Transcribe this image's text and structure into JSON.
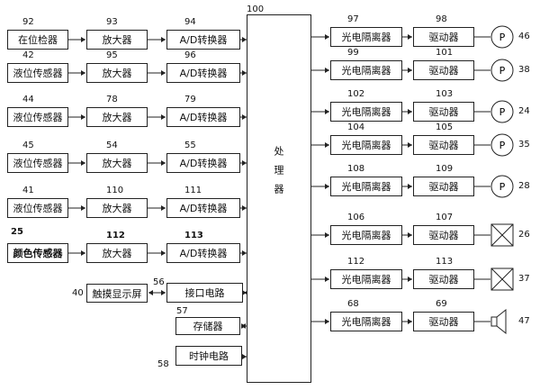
{
  "input_chain": [
    {
      "sensor_num": "92",
      "sensor": "在位检器",
      "amp_num": "93",
      "amp": "放大器",
      "ad_num": "94",
      "ad": "A/D转换器"
    },
    {
      "sensor_num": "42",
      "sensor": "液位传感器",
      "amp_num": "95",
      "amp": "放大器",
      "ad_num": "96",
      "ad": "A/D转换器"
    },
    {
      "sensor_num": "44",
      "sensor": "液位传感器",
      "amp_num": "78",
      "amp": "放大器",
      "ad_num": "79",
      "ad": "A/D转换器"
    },
    {
      "sensor_num": "45",
      "sensor": "液位传感器",
      "amp_num": "54",
      "amp": "放大器",
      "ad_num": "55",
      "ad": "A/D转换器"
    },
    {
      "sensor_num": "41",
      "sensor": "液位传感器",
      "amp_num": "110",
      "amp": "放大器",
      "ad_num": "111",
      "ad": "A/D转换器"
    },
    {
      "sensor_num": "25",
      "sensor": "颜色传感器",
      "amp_num": "112",
      "amp": "放大器",
      "ad_num": "113",
      "ad": "A/D转换器"
    }
  ],
  "processor": {
    "num": "100",
    "label": "处理器"
  },
  "peripherals": {
    "display": {
      "num": "40",
      "label": "触摸显示屏"
    },
    "interface": {
      "num": "56",
      "label": "接口电路"
    },
    "storage": {
      "num": "57",
      "label": "存储器"
    },
    "clock": {
      "num": "58",
      "label": "时钟电路"
    }
  },
  "output_chain": [
    {
      "iso_num": "97",
      "iso": "光电隔离器",
      "drv_num": "98",
      "drv": "驱动器",
      "device": "pump",
      "device_symbol": "P",
      "device_num": "46"
    },
    {
      "iso_num": "99",
      "iso": "光电隔离器",
      "drv_num": "101",
      "drv": "驱动器",
      "device": "pump",
      "device_symbol": "P",
      "device_num": "38"
    },
    {
      "iso_num": "102",
      "iso": "光电隔离器",
      "drv_num": "103",
      "drv": "驱动器",
      "device": "pump",
      "device_symbol": "P",
      "device_num": "24"
    },
    {
      "iso_num": "104",
      "iso": "光电隔离器",
      "drv_num": "105",
      "drv": "驱动器",
      "device": "pump",
      "device_symbol": "P",
      "device_num": "35"
    },
    {
      "iso_num": "108",
      "iso": "光电隔离器",
      "drv_num": "109",
      "drv": "驱动器",
      "device": "pump",
      "device_symbol": "P",
      "device_num": "28"
    },
    {
      "iso_num": "106",
      "iso": "光电隔离器",
      "drv_num": "107",
      "drv": "驱动器",
      "device": "valve",
      "device_symbol": "",
      "device_num": "26"
    },
    {
      "iso_num": "112",
      "iso": "光电隔离器",
      "drv_num": "113",
      "drv": "驱动器",
      "device": "valve",
      "device_symbol": "",
      "device_num": "37"
    },
    {
      "iso_num": "68",
      "iso": "光电隔离器",
      "drv_num": "69",
      "drv": "驱动器",
      "device": "speaker",
      "device_symbol": "",
      "device_num": "47"
    }
  ]
}
